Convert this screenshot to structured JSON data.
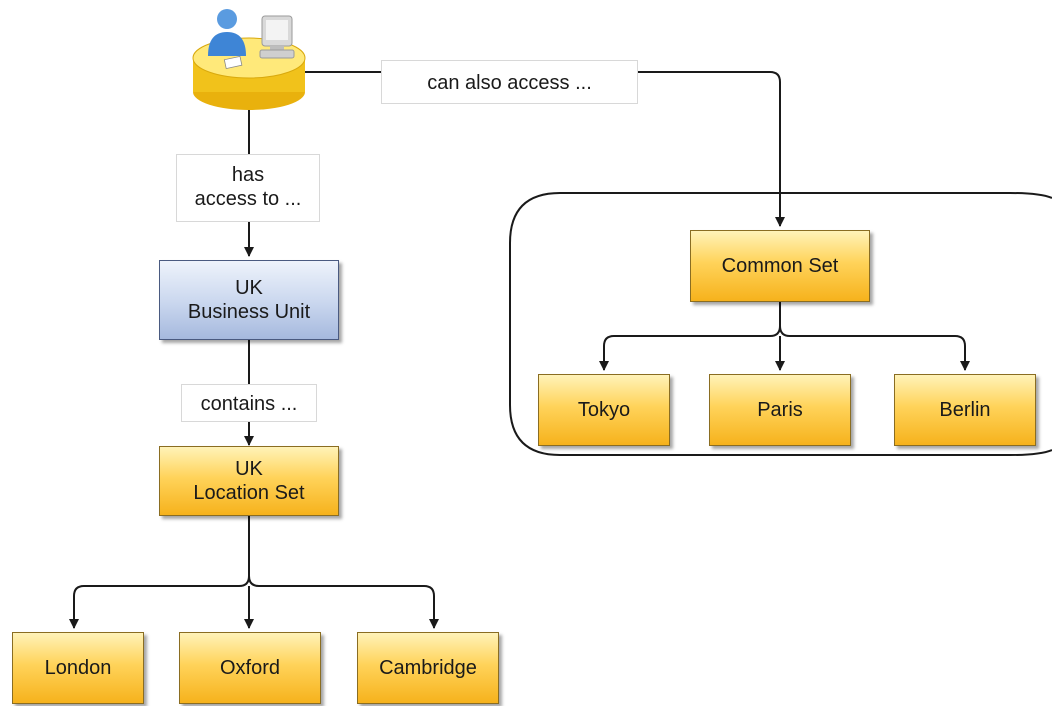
{
  "labels": {
    "has_access_line1": "has",
    "has_access_line2": "access to ...",
    "can_also_access": "can also access ...",
    "contains": "contains ..."
  },
  "nodes": {
    "uk_business_unit": {
      "line1": "UK",
      "line2": "Business Unit"
    },
    "uk_location_set": {
      "line1": "UK",
      "line2": "Location Set"
    },
    "common_set": "Common Set",
    "london": "London",
    "oxford": "Oxford",
    "cambridge": "Cambridge",
    "tokyo": "Tokyo",
    "paris": "Paris",
    "berlin": "Berlin"
  },
  "colors": {
    "set_node": "#ffd35a",
    "business_unit_node": "#c9d6ee",
    "connector": "#1a1a1a"
  },
  "icons": {
    "user": "user-at-workstation-icon"
  }
}
